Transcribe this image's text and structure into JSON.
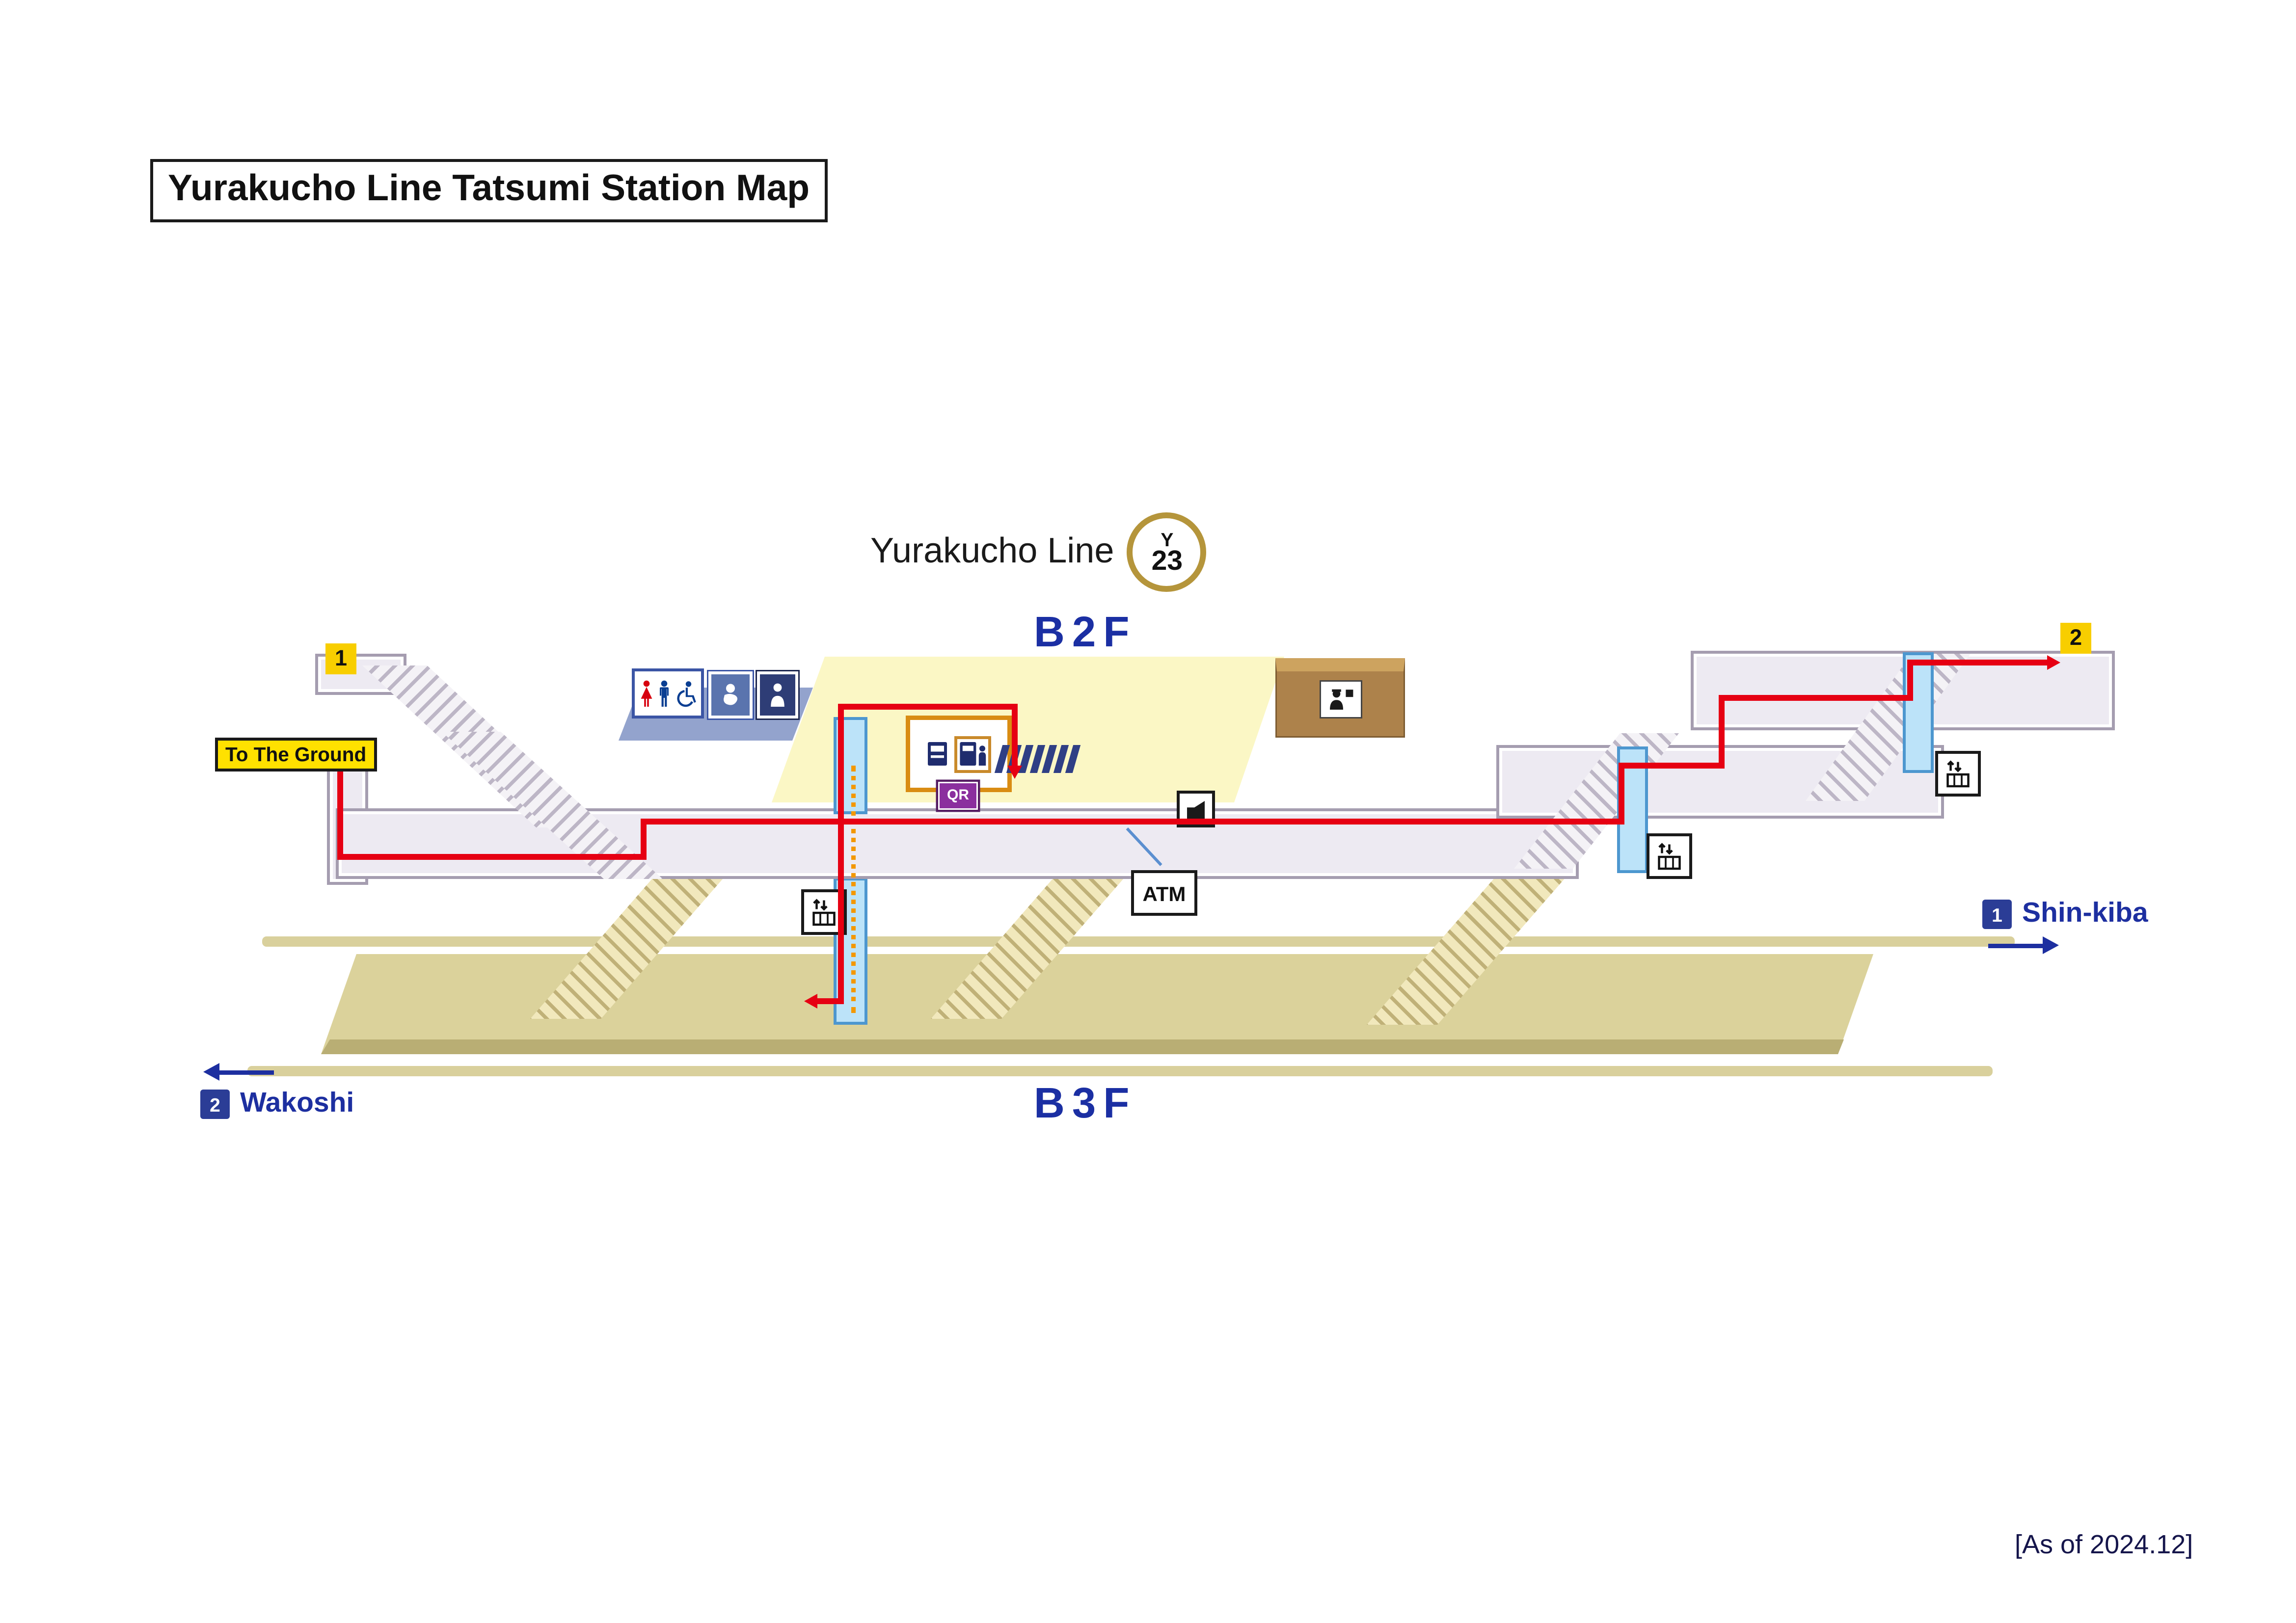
{
  "title": "Yurakucho Line Tatsumi Station Map",
  "line": {
    "name": "Yurakucho Line",
    "symbol_letter": "Y",
    "station_number": "23"
  },
  "floors": {
    "b2f": "B2F",
    "b3f": "B3F"
  },
  "exits": {
    "exit1": "1",
    "exit2": "2"
  },
  "labels": {
    "to_the_ground": "To The Ground",
    "atm": "ATM",
    "qr": "QR"
  },
  "directions": {
    "shin_kiba": {
      "platform_number": "1",
      "name": "Shin-kiba"
    },
    "wakoshi": {
      "platform_number": "2",
      "name": "Wakoshi"
    }
  },
  "footer": {
    "as_of": "[As of 2024.12]"
  },
  "colors": {
    "route_red": "#E60013",
    "floor_label_blue": "#1B2FA3",
    "direction_navy": "#1D2FA0",
    "exit_badge_yellow": "#F8CE00",
    "to_ground_yellow": "#FFE100",
    "platform_tan": "#DBD29B",
    "concourse_yellow": "#FBF7C5",
    "walkway_lavender": "#EDEAF2",
    "elevator_blue": "#BCE3F9",
    "ticket_area_orange": "#D98C13",
    "qr_purple": "#8B2F9E",
    "accessible_route_orange": "#F39800",
    "line_symbol_gold": "#B5953B"
  },
  "icons": {
    "restroom": "male-female figures",
    "accessible_toilet": "wheelchair",
    "baby_care": "baby",
    "ticket_machines": "ticket machine",
    "qr_reader": "QR",
    "fare_adjustment": "fare machine",
    "station_office": "staff at window",
    "elevator": "up-down arrows over car",
    "atm": "ATM",
    "ticket_gates": "gate row"
  }
}
